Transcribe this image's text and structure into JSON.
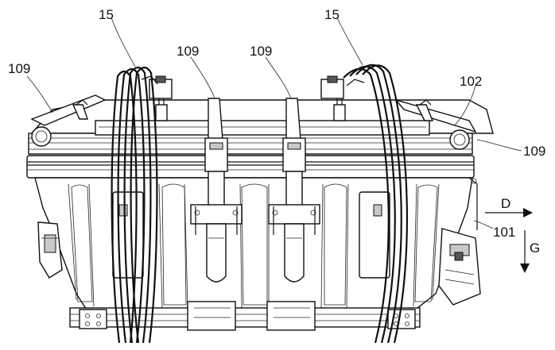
{
  "labels": {
    "clamp_left": "15",
    "clamp_right": "15",
    "strap_left": "109",
    "strap_right": "109",
    "hook_left": "109",
    "hook_right": "109",
    "housing": "102",
    "bracket": "101"
  },
  "directions": {
    "d_label": "D",
    "g_label": "G"
  },
  "colors": {
    "line": "#111111",
    "background": "#ffffff"
  }
}
